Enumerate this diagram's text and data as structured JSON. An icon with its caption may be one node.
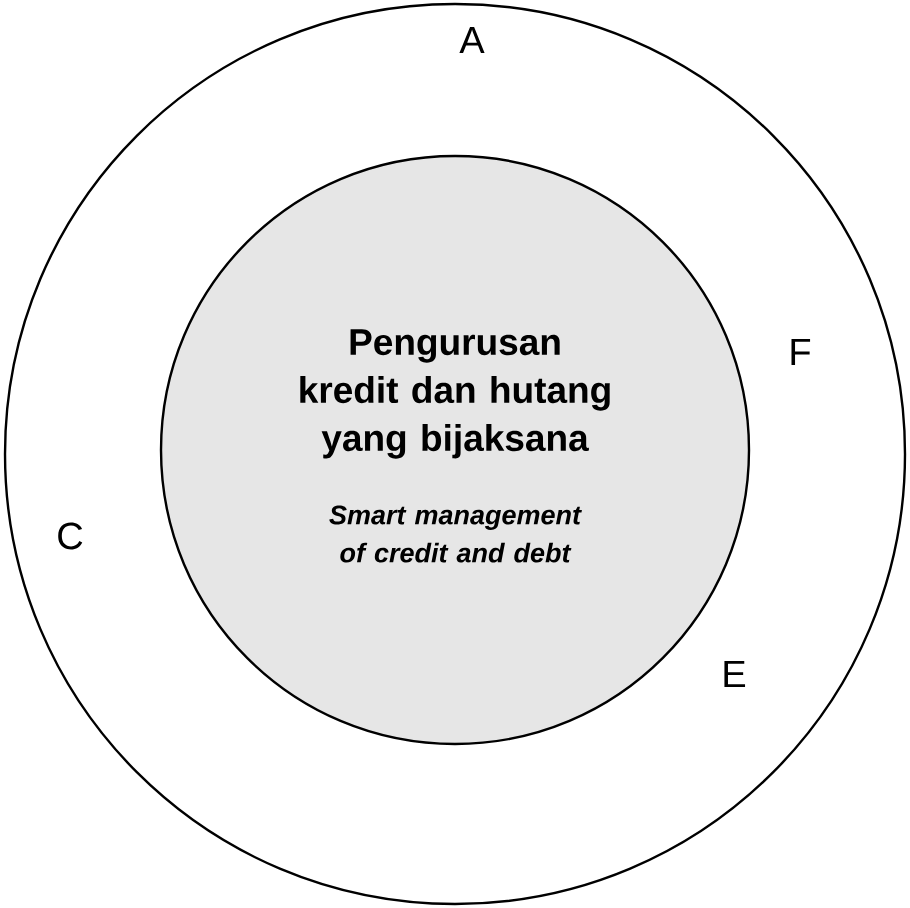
{
  "diagram": {
    "nodes": [
      {
        "text": [
          "A",
          "F",
          "C",
          "E"
        ]
      },
      {
        "text": [
          "Pengurusan kredit dan hutang yang bijaksana",
          "Smart management of credit and debt"
        ],
        "in": 0
      }
    ]
  }
}
